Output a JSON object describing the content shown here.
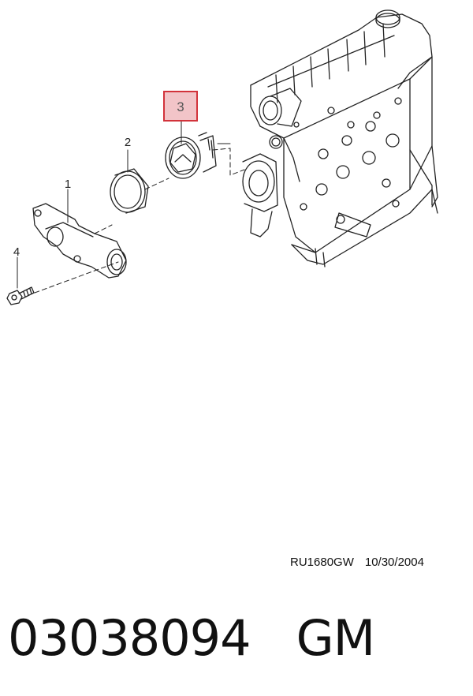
{
  "diagram": {
    "callouts": [
      {
        "id": "1",
        "label": "1"
      },
      {
        "id": "2",
        "label": "2"
      },
      {
        "id": "3",
        "label": "3",
        "highlighted": true
      },
      {
        "id": "4",
        "label": "4"
      }
    ],
    "highlight_color": "#f2c4c8",
    "highlight_border": "#d2333b"
  },
  "footer": {
    "drawing_code": "RU1680GW",
    "drawing_date": "10/30/2004"
  },
  "part": {
    "number": "03038094",
    "brand": "GM"
  }
}
